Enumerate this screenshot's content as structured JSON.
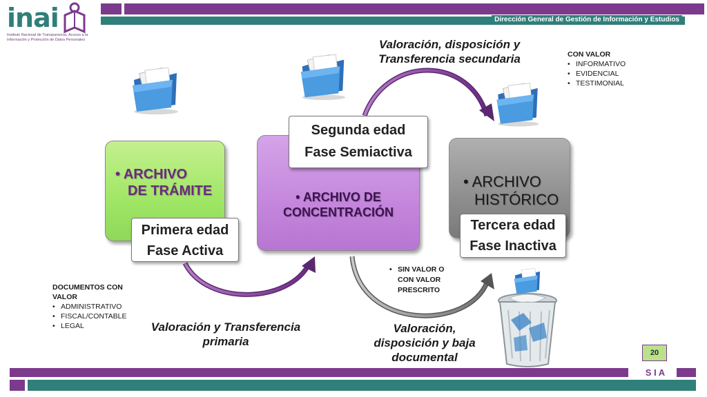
{
  "header": {
    "logo_word": "inai",
    "logo_subtitle": "Instituto Nacional de Transparencia, Acceso a la Información y Protección de Datos Personales",
    "department": "Dirección General de Gestión de Información y Estudios"
  },
  "boxes": {
    "tramite": {
      "bullet": "•",
      "title_line1": "ARCHIVO",
      "title_line2": "DE TRÁMITE",
      "label_line1": "Primera edad",
      "label_line2": "Fase Activa"
    },
    "concentracion": {
      "bullet": "•",
      "title_line1": "ARCHIVO DE",
      "title_line2": "CONCENTRACIÓN",
      "label_line1": "Segunda edad",
      "label_line2": "Fase Semiactiva"
    },
    "historico": {
      "bullet": "•",
      "title_line1": "ARCHIVO",
      "title_line2": "HISTÓRICO",
      "label_line1": "Tercera edad",
      "label_line2": "Fase Inactiva"
    }
  },
  "captions": {
    "secondary_line1": "Valoración, disposición y",
    "secondary_line2": "Transferencia secundaria",
    "primary_line1": "Valoración y Transferencia",
    "primary_line2": "primaria",
    "disposal_line1": "Valoración,",
    "disposal_line2": "disposición y baja",
    "disposal_line3": "documental"
  },
  "notes": {
    "con_valor": {
      "title": "CON VALOR",
      "items": [
        "INFORMATIVO",
        "EVIDENCIAL",
        "TESTIMONIAL"
      ]
    },
    "documentos": {
      "title_line1": "DOCUMENTOS CON",
      "title_line2": "VALOR",
      "items": [
        "ADMINISTRATIVO",
        "FISCAL/CONTABLE",
        "LEGAL"
      ]
    },
    "sin_valor": {
      "items": [
        "SIN VALOR O",
        "CON VALOR",
        "PRESCRITO"
      ]
    }
  },
  "footer": {
    "page_number": "20",
    "brand": "S I A"
  },
  "icons": [
    "folder-icon",
    "folder-icon",
    "folder-icon",
    "folder-icon",
    "folder-icon",
    "trash-bin-icon"
  ],
  "colors": {
    "purple": "#7b3a8c",
    "teal": "#2f7f7a",
    "green_box": "#a6e86a",
    "purple_box": "#c489dd",
    "gray_box": "#8e8e8e",
    "page_badge": "#b9e28a"
  }
}
